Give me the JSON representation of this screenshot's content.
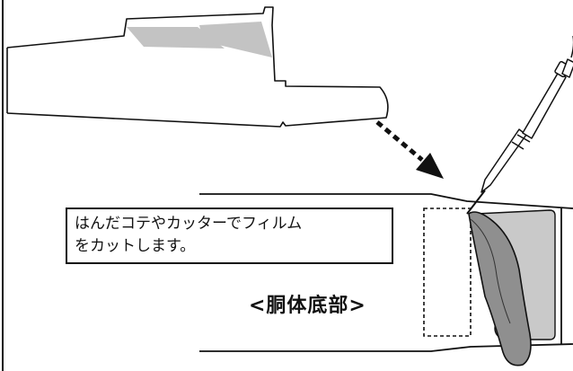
{
  "callout": {
    "line1": "はんだコテやカッターでフィルム",
    "line2": "をカットします。"
  },
  "section_label": "<胴体底部>"
}
